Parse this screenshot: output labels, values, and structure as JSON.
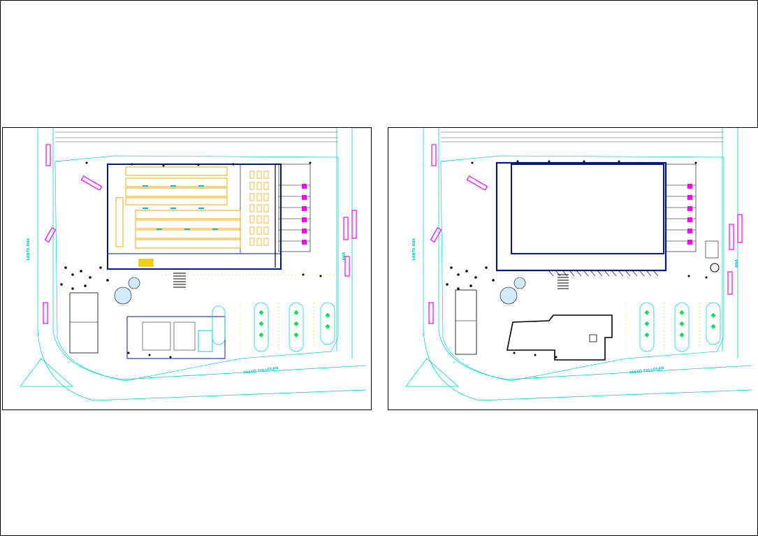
{
  "colors": {
    "street": "#00d2d2",
    "building": "#001a80",
    "shelving": "#f0a800",
    "vehicle": "#ff00ff",
    "planting": "#00e05a",
    "parking_stripe": "#e6d200",
    "tree": "#000000",
    "background": "#ffffff"
  },
  "panels": [
    {
      "street_west": "SANTA ANA",
      "street_east": "ANA",
      "street_south": "PASEO TOLLOCAN",
      "variant": "furnished-plan"
    },
    {
      "street_west": "SANTA ANA",
      "street_east": "ANA",
      "street_south": "PASEO TOLLOCAN",
      "variant": "roof-plan"
    }
  ]
}
